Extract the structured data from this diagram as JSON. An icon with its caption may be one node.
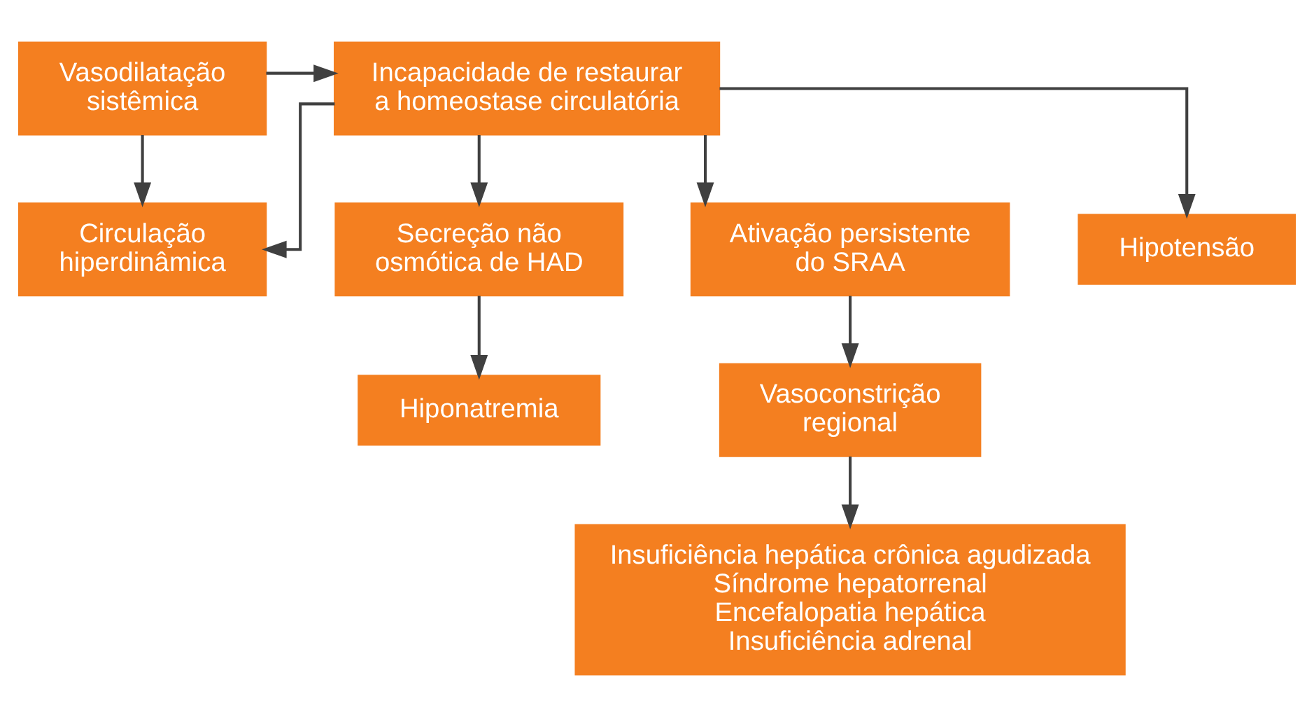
{
  "diagram": {
    "nodes": [
      {
        "text": [
          "Vasodilatação sistêmica"
        ]
      },
      {
        "text": [
          "Incapacidade de restaurar a homeostase circulatória"
        ]
      },
      {
        "text": [
          "Circulação hiperdinâmica"
        ]
      },
      {
        "text": [
          "Secreção não osmótica de HAD"
        ]
      },
      {
        "text": [
          "Ativação persistente do SRAA"
        ]
      },
      {
        "text": [
          "Hipotensão"
        ]
      },
      {
        "text": [
          "Hiponatremia"
        ]
      },
      {
        "text": [
          "Vasoconstrição regional"
        ]
      },
      {
        "text": [
          "Insuficiência hepática crônica agudizada",
          "Síndrome hepatorrenal",
          "Encefalopatia hepática",
          "Insuficiência adrenal"
        ]
      }
    ],
    "edges": [
      {
        "from": 0,
        "to": 1,
        "arrow": "to"
      },
      {
        "from": 0,
        "to": 2,
        "arrow": "to"
      },
      {
        "from": 1,
        "to": 2,
        "arrow": "to"
      },
      {
        "from": 1,
        "to": 3,
        "arrow": "to"
      },
      {
        "from": 1,
        "to": 4,
        "arrow": "to"
      },
      {
        "from": 1,
        "to": 5,
        "arrow": "to"
      },
      {
        "from": 3,
        "to": 6,
        "arrow": "to"
      },
      {
        "from": 4,
        "to": 7,
        "arrow": "to"
      },
      {
        "from": 7,
        "to": 8,
        "arrow": "to"
      }
    ]
  }
}
